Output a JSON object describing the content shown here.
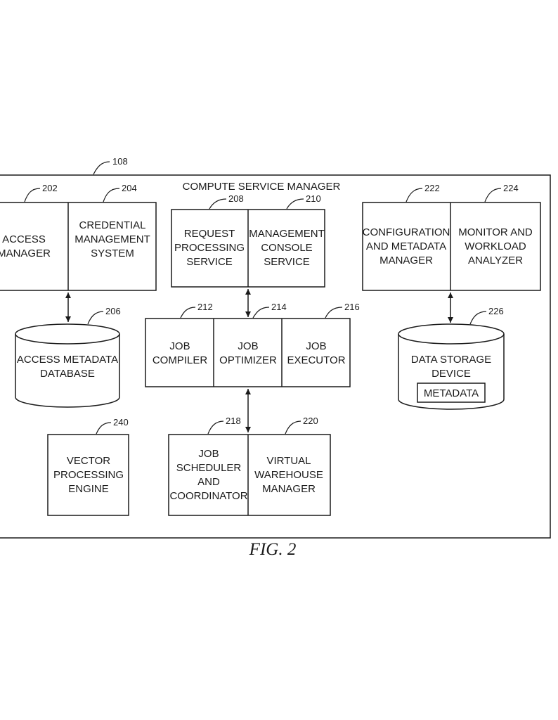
{
  "diagram": {
    "ref_system": "108",
    "title": "COMPUTE SERVICE MANAGER",
    "caption": "FIG. 2",
    "access_manager": {
      "ref": "202",
      "lines": [
        "ACCESS",
        "MANAGER"
      ]
    },
    "credential_management_system": {
      "ref": "204",
      "lines": [
        "CREDENTIAL",
        "MANAGEMENT",
        "SYSTEM"
      ]
    },
    "access_metadata_database": {
      "ref": "206",
      "lines": [
        "ACCESS METADATA",
        "DATABASE"
      ]
    },
    "request_processing_service": {
      "ref": "208",
      "lines": [
        "REQUEST",
        "PROCESSING",
        "SERVICE"
      ]
    },
    "management_console_service": {
      "ref": "210",
      "lines": [
        "MANAGEMENT",
        "CONSOLE",
        "SERVICE"
      ]
    },
    "job_compiler": {
      "ref": "212",
      "lines": [
        "JOB",
        "COMPILER"
      ]
    },
    "job_optimizer": {
      "ref": "214",
      "lines": [
        "JOB",
        "OPTIMIZER"
      ]
    },
    "job_executor": {
      "ref": "216",
      "lines": [
        "JOB",
        "EXECUTOR"
      ]
    },
    "job_scheduler_coordinator": {
      "ref": "218",
      "lines": [
        "JOB",
        "SCHEDULER",
        "AND",
        "COORDINATOR"
      ]
    },
    "virtual_warehouse_manager": {
      "ref": "220",
      "lines": [
        "VIRTUAL",
        "WAREHOUSE",
        "MANAGER"
      ]
    },
    "configuration_metadata_manager": {
      "ref": "222",
      "lines": [
        "CONFIGURATION",
        "AND METADATA",
        "MANAGER"
      ]
    },
    "monitor_workload_analyzer": {
      "ref": "224",
      "lines": [
        "MONITOR AND",
        "WORKLOAD",
        "ANALYZER"
      ]
    },
    "data_storage_device": {
      "ref": "226",
      "lines": [
        "DATA STORAGE",
        "DEVICE"
      ],
      "inner_label": "METADATA"
    },
    "vector_processing_engine": {
      "ref": "240",
      "lines": [
        "VECTOR",
        "PROCESSING",
        "ENGINE"
      ]
    }
  }
}
